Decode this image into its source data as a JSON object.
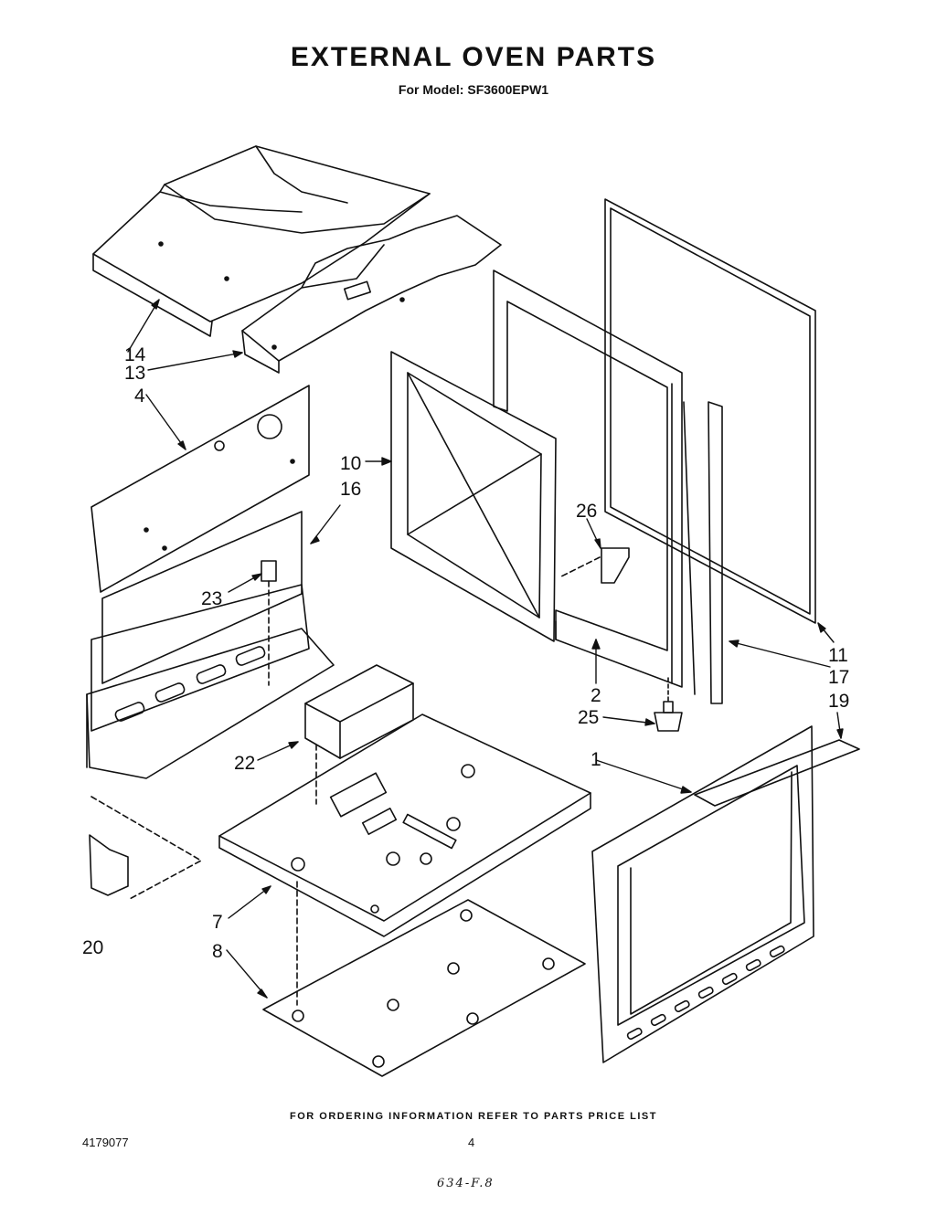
{
  "header": {
    "title": "EXTERNAL OVEN PARTS",
    "subtitle": "For Model: SF3600EPW1"
  },
  "callouts": {
    "c14": "14",
    "c13": "13",
    "c4": "4",
    "c10": "10",
    "c16": "16",
    "c26": "26",
    "c23": "23",
    "c2": "2",
    "c11": "11",
    "c17": "17",
    "c19": "19",
    "c25": "25",
    "c1": "1",
    "c22": "22",
    "c7": "7",
    "c8": "8",
    "c20": "20"
  },
  "footer": {
    "ordering_note": "FOR ORDERING INFORMATION REFER TO PARTS PRICE LIST",
    "document_number": "4179077",
    "page_number": "4",
    "handwritten_note": "634-F.8"
  }
}
